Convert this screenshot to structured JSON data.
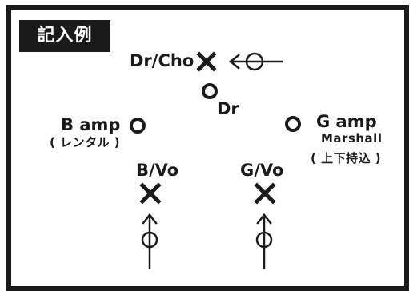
{
  "badge": {
    "label": "記入例"
  },
  "labels": {
    "dr_cho": "Dr/Cho",
    "dr": "Dr",
    "b_amp": "B amp",
    "b_amp_note": "( レンタル )",
    "g_amp": "G amp",
    "g_amp_model": "Marshall",
    "g_amp_note": "( 上下持込 )",
    "b_vo": "B/Vo",
    "g_vo": "G/Vo"
  },
  "colors": {
    "ink": "#1a1a1a",
    "background": "#ffffff"
  },
  "icons": [
    "vocal-mic-x-icon",
    "drum-kit-circle-icon",
    "amp-circle-icon",
    "monitor-speaker-arrow-icon"
  ]
}
